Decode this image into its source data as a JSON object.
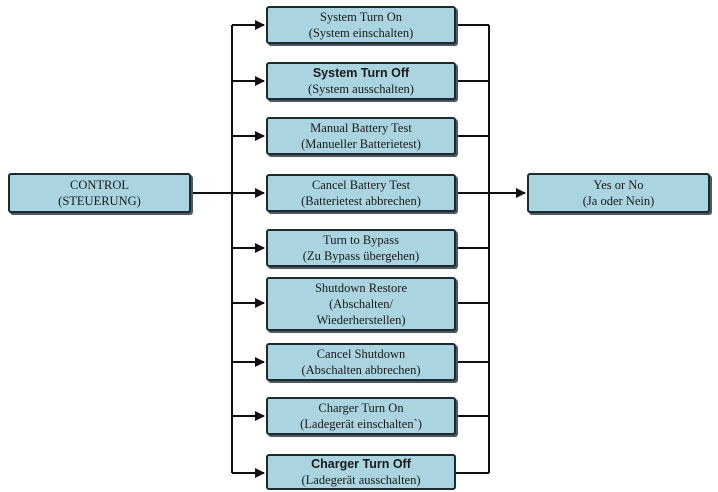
{
  "diagram": {
    "root": {
      "line1": "CONTROL",
      "line2": "(STEUERUNG)"
    },
    "result": {
      "line1": "Yes or No",
      "line2": "(Ja oder Nein)"
    },
    "options": [
      {
        "line1": "System Turn On",
        "line2": "(System einschalten)"
      },
      {
        "line1": "System Turn Off",
        "line2": "(System ausschalten)"
      },
      {
        "line1": "Manual Battery Test",
        "line2": "(Manueller Batterietest)"
      },
      {
        "line1": "Cancel Battery Test",
        "line2": "(Batterietest abbrechen)"
      },
      {
        "line1": "Turn to Bypass",
        "line2": "(Zu Bypass übergehen)"
      },
      {
        "line1": "Shutdown Restore",
        "line2": "(Abschalten/",
        "line3": "Wiederherstellen)"
      },
      {
        "line1": "Cancel Shutdown",
        "line2": "(Abschalten abbrechen)"
      },
      {
        "line1": "Charger Turn On",
        "line2": "(Ladegerät einschalten`)"
      },
      {
        "line1": "Charger Turn Off",
        "line2": "(Ladegerät ausschalten)"
      }
    ]
  }
}
